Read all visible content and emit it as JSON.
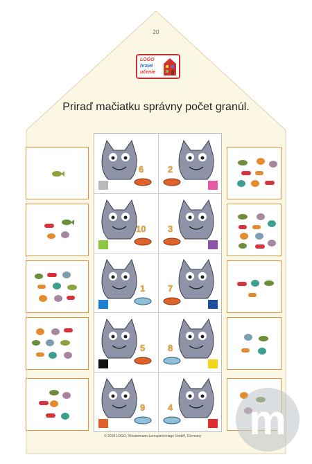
{
  "page_number": "20",
  "logo": {
    "line1": "LOGO",
    "line2": "hravé",
    "line3": "učenie"
  },
  "instruction": "Priraď mačiatku správny počet granúl.",
  "rows": [
    {
      "left_num": "6",
      "right_num": "2",
      "left_swatch": "#b9b9b9",
      "right_swatch": "#e35aa6"
    },
    {
      "left_num": "10",
      "right_num": "3",
      "left_swatch": "#8cc63e",
      "right_swatch": "#8a54a8"
    },
    {
      "left_num": "1",
      "right_num": "7",
      "left_swatch": "#1e7fd0",
      "right_swatch": "#1c4f9c"
    },
    {
      "left_num": "5",
      "right_num": "8",
      "left_swatch": "#111111",
      "right_swatch": "#f3d51a"
    },
    {
      "left_num": "9",
      "right_num": "4",
      "left_swatch": "#e0622a",
      "right_swatch": "#e02d2d"
    }
  ],
  "copyright": "© 2018 LOGO, Westermann Lernspielverlage GmbH, Germany",
  "watermark_letter": "m",
  "colors": {
    "house_fill": "#fbf7e3",
    "orange_border": "#e2923f",
    "cat": "#8e93a8"
  }
}
